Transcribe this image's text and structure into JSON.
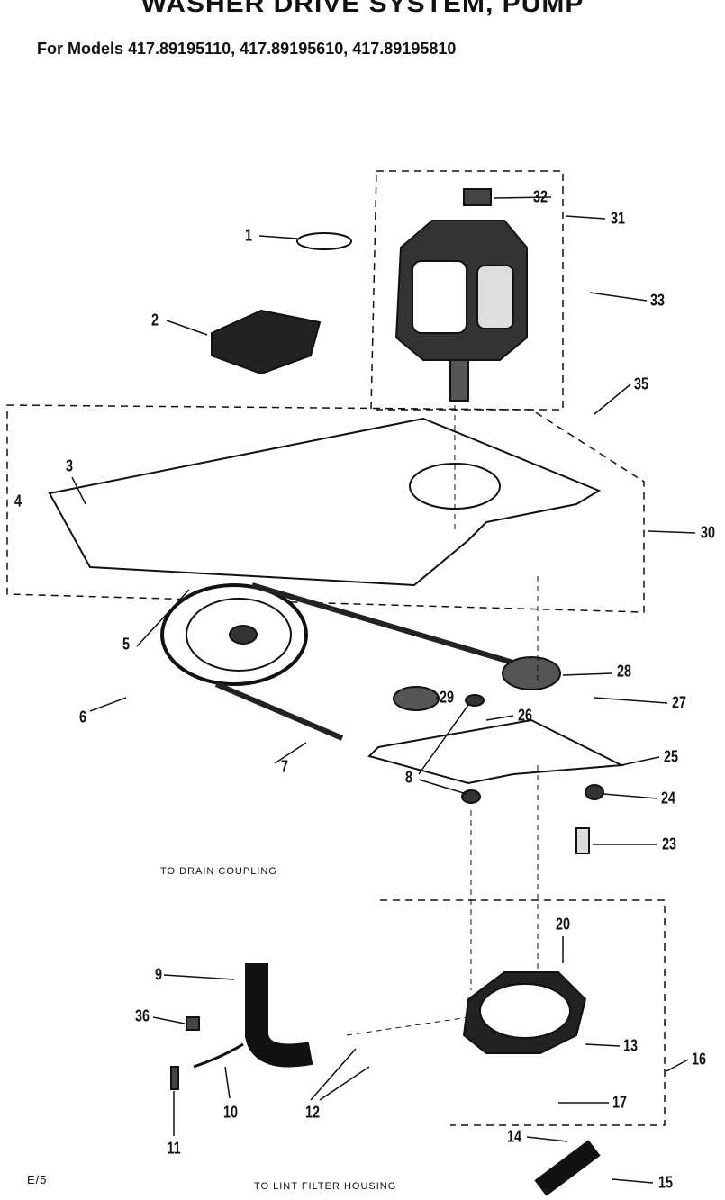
{
  "title": "WASHER DRIVE SYSTEM, PUMP",
  "subtitle": "For Models 417.89195110, 417.89195610, 417.89195810",
  "notes": {
    "drain": "TO DRAIN COUPLING",
    "lint": "TO LINT FILTER HOUSING",
    "page": "E/5"
  },
  "callouts": [
    "1",
    "2",
    "3",
    "4",
    "5",
    "6",
    "7",
    "8",
    "9",
    "10",
    "11",
    "12",
    "13",
    "14",
    "15",
    "16",
    "17",
    "20",
    "23",
    "24",
    "25",
    "26",
    "27",
    "28",
    "29",
    "30",
    "31",
    "32",
    "33",
    "35",
    "36"
  ]
}
